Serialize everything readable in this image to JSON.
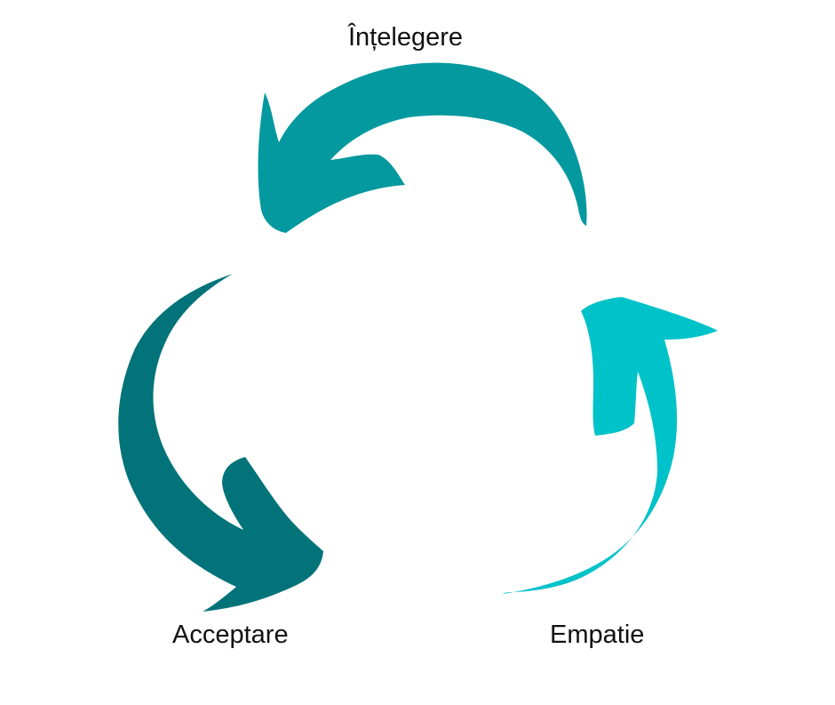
{
  "labels": {
    "top": "Înțelegere",
    "bottom_left": "Acceptare",
    "bottom_right": "Empatie"
  },
  "arrows": [
    {
      "icon": "curved-arrow-icon",
      "from": "Empatie",
      "to": "Înțelegere",
      "color": "#04999f"
    },
    {
      "icon": "curved-arrow-icon",
      "from": "Înțelegere",
      "to": "Acceptare",
      "color": "#03737a"
    },
    {
      "icon": "curved-arrow-icon",
      "from": "Acceptare",
      "to": "Empatie",
      "color": "#00c2c9"
    }
  ]
}
